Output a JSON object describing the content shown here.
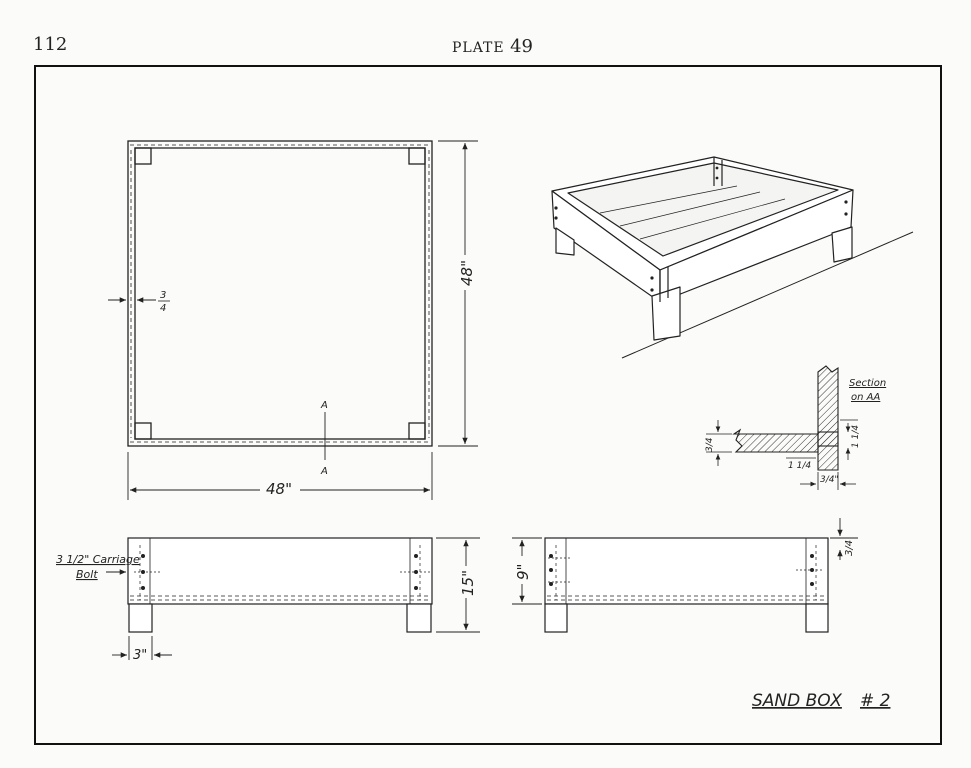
{
  "header": {
    "page_number": "112",
    "plate_label": "PLATE",
    "plate_number": "49"
  },
  "plan": {
    "width_dim": "48\"",
    "depth_dim": "48\"",
    "board_thickness_num": "3",
    "board_thickness_den": "4",
    "section_mark": "A"
  },
  "section": {
    "title_line1": "Section",
    "title_line2": "on AA",
    "dim_floor": "3/4",
    "dim_cleat_w": "1 1/4",
    "dim_cleat_h": "1 1/4",
    "dim_side": "3/4\""
  },
  "elevation": {
    "bolt_label_line1": "3 1/2\" Carriage",
    "bolt_label_line2": "Bolt",
    "leg_width": "3\"",
    "total_height": "15\"",
    "side_height": "9\"",
    "rim_dim": "3/4"
  },
  "title": {
    "text": "SAND BOX",
    "number": "# 2"
  }
}
